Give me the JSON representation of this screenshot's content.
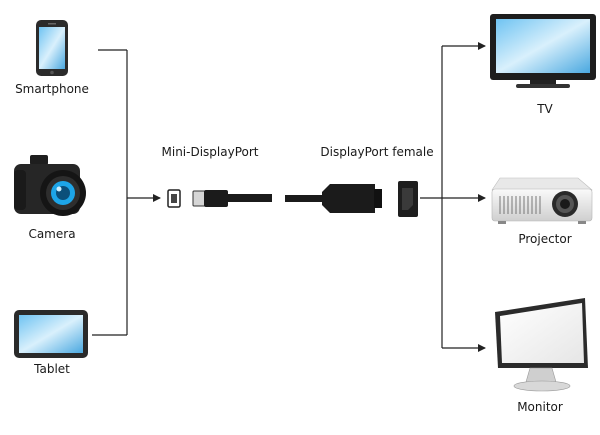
{
  "sources": {
    "smartphone": "Smartphone",
    "camera": "Camera",
    "tablet": "Tablet"
  },
  "connectors": {
    "mini_displayport": "Mini-DisplayPort",
    "displayport_female": "DisplayPort female"
  },
  "outputs": {
    "tv": "TV",
    "projector": "Projector",
    "monitor": "Monitor"
  }
}
